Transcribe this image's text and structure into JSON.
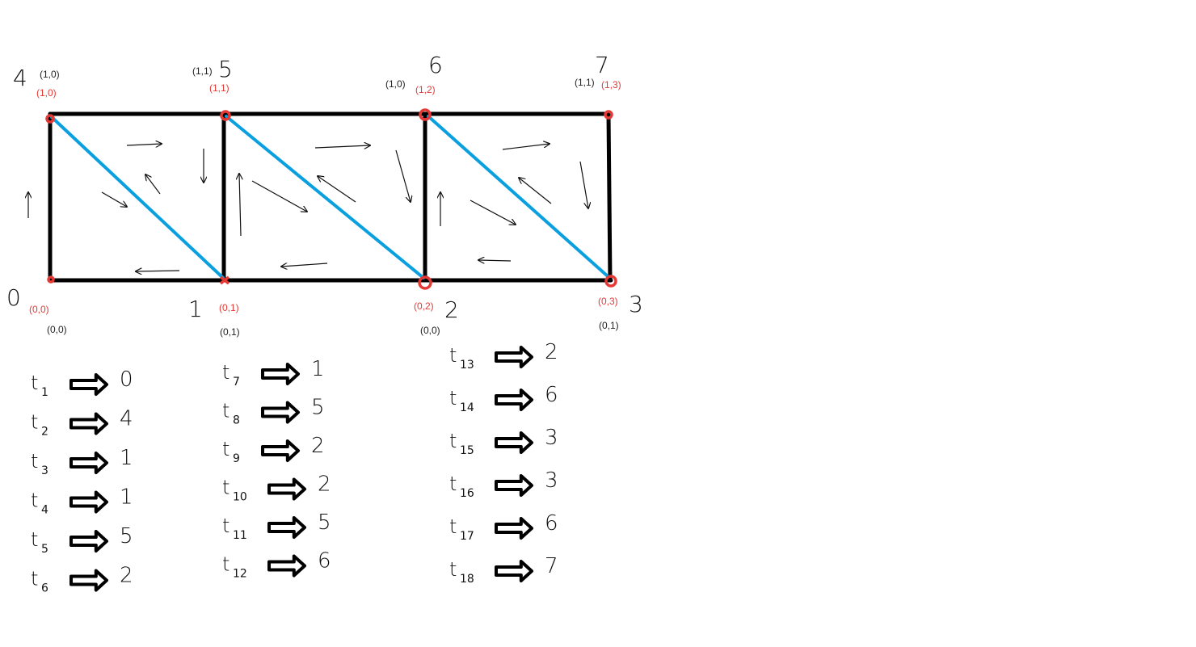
{
  "colors": {
    "edge": "#000000",
    "diagonal": "#0aa0e0",
    "vertex_marker": "#e53935",
    "red_label": "#e53935",
    "black_label": "#222222",
    "background": "#ffffff"
  },
  "vertices": [
    {
      "id": "0",
      "black_coord": "(0,0)",
      "red_coord": "(0,0)"
    },
    {
      "id": "1",
      "black_coord": "(0,1)",
      "red_coord": "(0,1)"
    },
    {
      "id": "2",
      "black_coord": "(0,0)",
      "red_coord": "(0,2)"
    },
    {
      "id": "3",
      "black_coord": "(0,1)",
      "red_coord": "(0,3)"
    },
    {
      "id": "4",
      "black_coord": "(1,0)",
      "red_coord": "(1,0)"
    },
    {
      "id": "5",
      "black_coord": "(1,1)",
      "red_coord": "(1,1)"
    },
    {
      "id": "6",
      "black_coord": "(1,0)",
      "red_coord": "(1,2)"
    },
    {
      "id": "7",
      "black_coord": "(1,1)",
      "red_coord": "(1,3)"
    }
  ],
  "mapping": [
    {
      "name": "t",
      "sub": "1",
      "value": "0"
    },
    {
      "name": "t",
      "sub": "2",
      "value": "4"
    },
    {
      "name": "t",
      "sub": "3",
      "value": "1"
    },
    {
      "name": "t",
      "sub": "4",
      "value": "1"
    },
    {
      "name": "t",
      "sub": "5",
      "value": "5"
    },
    {
      "name": "t",
      "sub": "6",
      "value": "2"
    },
    {
      "name": "t",
      "sub": "7",
      "value": "1"
    },
    {
      "name": "t",
      "sub": "8",
      "value": "5"
    },
    {
      "name": "t",
      "sub": "9",
      "value": "2"
    },
    {
      "name": "t",
      "sub": "10",
      "value": "2"
    },
    {
      "name": "t",
      "sub": "11",
      "value": "5"
    },
    {
      "name": "t",
      "sub": "12",
      "value": "6"
    },
    {
      "name": "t",
      "sub": "13",
      "value": "2"
    },
    {
      "name": "t",
      "sub": "14",
      "value": "6"
    },
    {
      "name": "t",
      "sub": "15",
      "value": "3"
    },
    {
      "name": "t",
      "sub": "16",
      "value": "3"
    },
    {
      "name": "t",
      "sub": "17",
      "value": "6"
    },
    {
      "name": "t",
      "sub": "18",
      "value": "7"
    }
  ]
}
